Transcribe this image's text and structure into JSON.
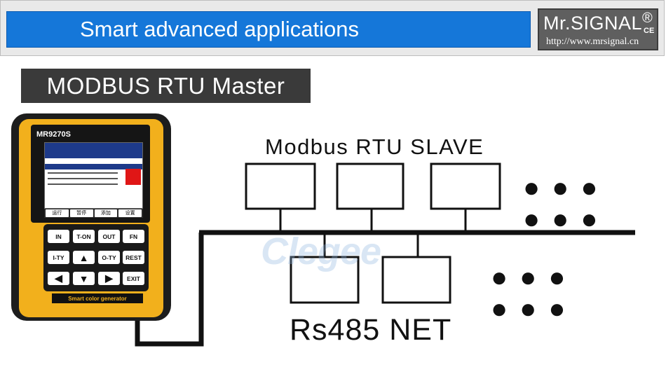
{
  "header": {
    "banner_text": "Smart advanced applications",
    "logo": {
      "name": "Mr.SIGNAL",
      "registered_mark": "®",
      "ce_mark": "CE",
      "url": "http://www.mrsignal.cn"
    }
  },
  "title": "MODBUS RTU Master",
  "diagram": {
    "slave_label": "Modbus RTU SLAVE",
    "net_label": "Rs485  NET",
    "ellipsis_top": "●●●  ●●●",
    "ellipsis_bottom": "●●●  ●●●"
  },
  "device": {
    "model": "MR9270S",
    "footer": "Smart color generator",
    "softkeys": [
      "运行",
      "暂停",
      "添加",
      "设置"
    ],
    "keys": [
      "IN",
      "T-ON",
      "OUT",
      "FN",
      "I-TY",
      "▲",
      "O-TY",
      "REST",
      "◀",
      "▼",
      "▶",
      "EXIT"
    ]
  },
  "watermark": "Clegee",
  "colors": {
    "banner_blue": "#1577d9",
    "device_yellow": "#f2b01c",
    "logo_gray": "#5f5f5f",
    "title_dark": "#3a3a3a"
  }
}
